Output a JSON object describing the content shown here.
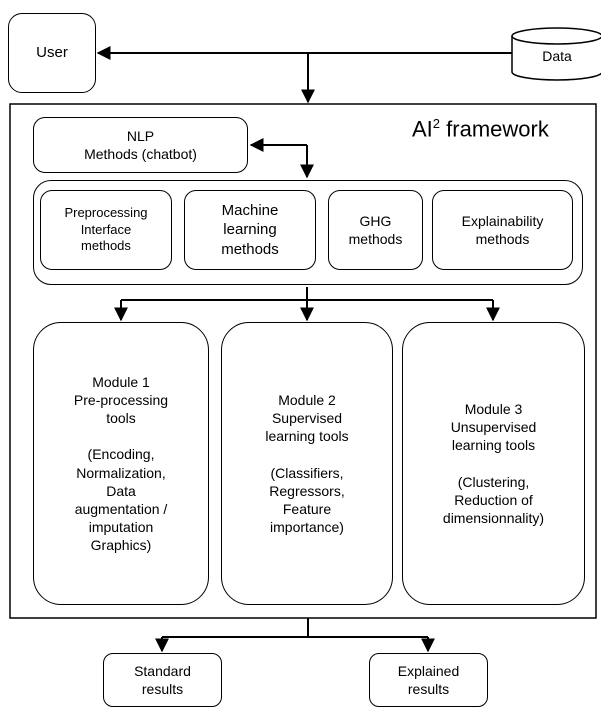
{
  "user": {
    "label": "User"
  },
  "data_store": {
    "label": "Data"
  },
  "framework": {
    "title_prefix": "AI",
    "title_sup": "2",
    "title_suffix": " framework"
  },
  "nlp": {
    "label": "NLP\nMethods (chatbot)"
  },
  "methods": [
    {
      "label": "Preprocessing\nInterface\nmethods"
    },
    {
      "label": "Machine\nlearning\nmethods"
    },
    {
      "label": "GHG\nmethods"
    },
    {
      "label": "Explainability\nmethods"
    }
  ],
  "modules": [
    {
      "label": "Module 1\nPre-processing\ntools\n\n(Encoding,\nNormalization,\nData\naugmentation /\nimputation\nGraphics)"
    },
    {
      "label": "Module 2\nSupervised\nlearning tools\n\n(Classifiers,\nRegressors,\nFeature\nimportance)"
    },
    {
      "label": "Module 3\nUnsupervised\nlearning tools\n\n(Clustering,\nReduction of\ndimensionnality)"
    }
  ],
  "outputs": [
    {
      "label": "Standard\nresults"
    },
    {
      "label": "Explained\nresults"
    }
  ]
}
